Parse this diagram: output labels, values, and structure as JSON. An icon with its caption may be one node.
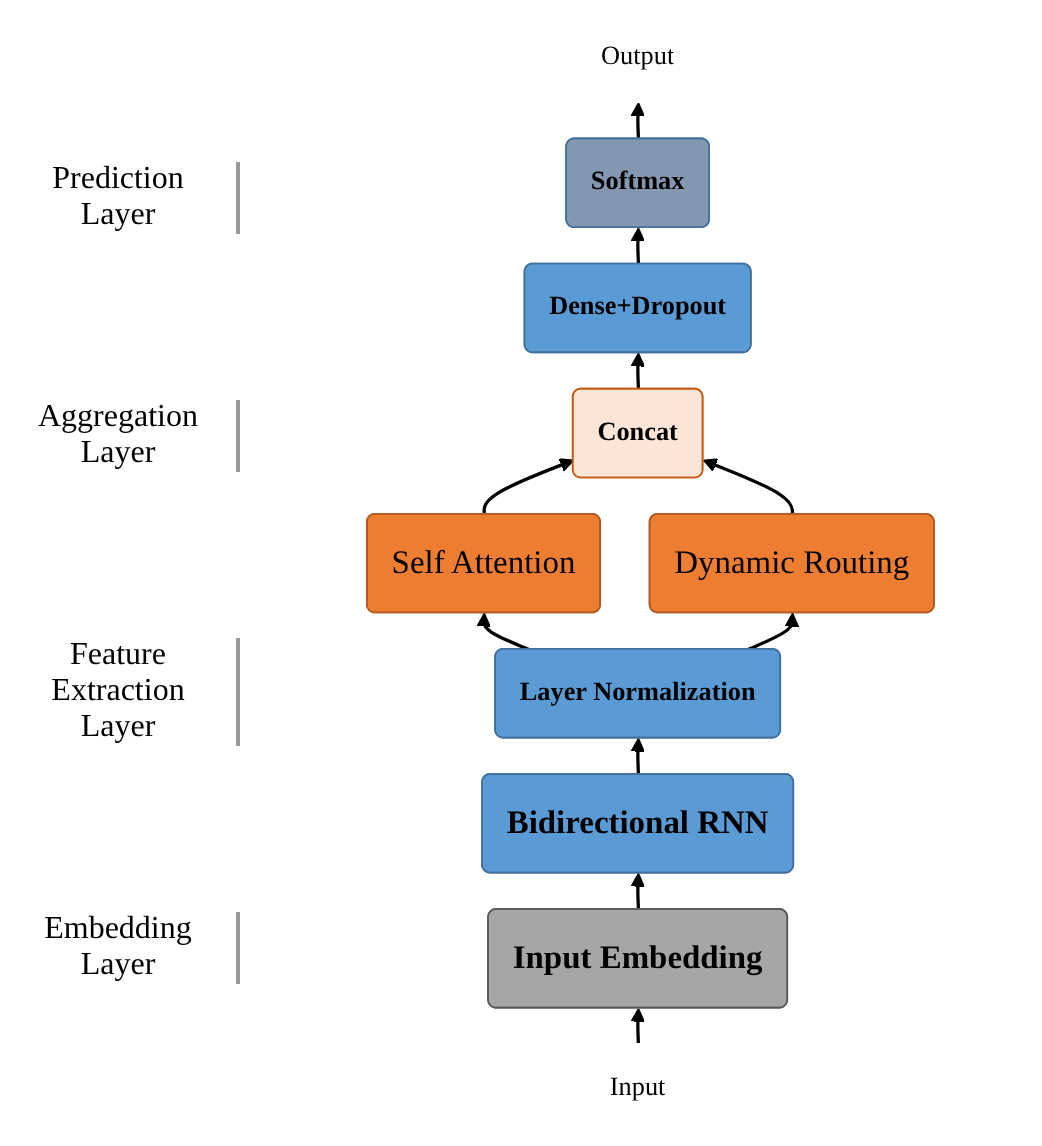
{
  "diagram": {
    "nodes": [
      {
        "text": [
          "Output"
        ]
      },
      {
        "text": [
          "Softmax"
        ]
      },
      {
        "text": [
          "Dense+Dropout"
        ]
      },
      {
        "text": [
          "Concat"
        ]
      },
      {
        "text": [
          "Self Attention"
        ]
      },
      {
        "text": [
          "Dynamic Routing"
        ]
      },
      {
        "text": [
          "Layer Normalization"
        ]
      },
      {
        "text": [
          "Bidirectional RNN"
        ]
      },
      {
        "text": [
          "Input Embedding"
        ]
      },
      {
        "text": [
          "Input"
        ]
      }
    ],
    "edges": [
      {
        "from": 9,
        "to": 8,
        "arrow": "to"
      },
      {
        "from": 8,
        "to": 7,
        "arrow": "to"
      },
      {
        "from": 7,
        "to": 6,
        "arrow": "to"
      },
      {
        "from": 6,
        "to": 4,
        "arrow": "to"
      },
      {
        "from": 6,
        "to": 5,
        "arrow": "to"
      },
      {
        "from": 4,
        "to": 3,
        "arrow": "to"
      },
      {
        "from": 5,
        "to": 3,
        "arrow": "to"
      },
      {
        "from": 3,
        "to": 2,
        "arrow": "to"
      },
      {
        "from": 2,
        "to": 1,
        "arrow": "to"
      },
      {
        "from": 1,
        "to": 0,
        "arrow": "to"
      }
    ],
    "labels": [
      "Prediction Layer",
      "Aggregation Layer",
      "Feature Extraction Layer",
      "Embedding Layer"
    ]
  }
}
